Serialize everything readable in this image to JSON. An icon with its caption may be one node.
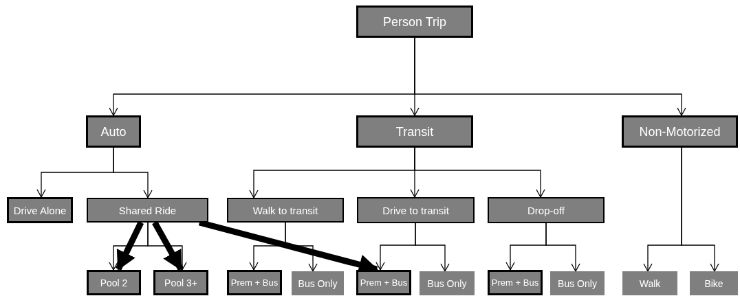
{
  "diagram": {
    "nodes": [
      {
        "text": [
          "Person Trip"
        ]
      },
      {
        "text": [
          "Auto"
        ]
      },
      {
        "text": [
          "Transit"
        ]
      },
      {
        "text": [
          "Non-Motorized"
        ]
      },
      {
        "text": [
          "Drive Alone"
        ]
      },
      {
        "text": [
          "Shared Ride"
        ]
      },
      {
        "text": [
          "Walk to transit"
        ]
      },
      {
        "text": [
          "Drive to transit"
        ]
      },
      {
        "text": [
          "Drop-off"
        ]
      },
      {
        "text": [
          "Pool 2"
        ]
      },
      {
        "text": [
          "Pool 3+"
        ]
      },
      {
        "text": [
          "Prem + Bus"
        ]
      },
      {
        "text": [
          "Bus Only"
        ]
      },
      {
        "text": [
          "Prem + Bus"
        ]
      },
      {
        "text": [
          "Bus Only"
        ]
      },
      {
        "text": [
          "Prem + Bus"
        ]
      },
      {
        "text": [
          "Bus Only"
        ]
      },
      {
        "text": [
          "Walk"
        ]
      },
      {
        "text": [
          "Bike"
        ]
      }
    ],
    "edges": [
      {
        "from": 0,
        "to": 1,
        "arrow": "to"
      },
      {
        "from": 0,
        "to": 2,
        "arrow": "to"
      },
      {
        "from": 0,
        "to": 3,
        "arrow": "to"
      },
      {
        "from": 1,
        "to": 4,
        "arrow": "to"
      },
      {
        "from": 1,
        "to": 5,
        "arrow": "to"
      },
      {
        "from": 2,
        "to": 6,
        "arrow": "to"
      },
      {
        "from": 2,
        "to": 7,
        "arrow": "to"
      },
      {
        "from": 2,
        "to": 8,
        "arrow": "to"
      },
      {
        "from": 5,
        "to": 9,
        "arrow": "to"
      },
      {
        "from": 5,
        "to": 10,
        "arrow": "to"
      },
      {
        "from": 6,
        "to": 11,
        "arrow": "to"
      },
      {
        "from": 6,
        "to": 12,
        "arrow": "to"
      },
      {
        "from": 7,
        "to": 13,
        "arrow": "to"
      },
      {
        "from": 7,
        "to": 14,
        "arrow": "to"
      },
      {
        "from": 8,
        "to": 15,
        "arrow": "to"
      },
      {
        "from": 8,
        "to": 16,
        "arrow": "to"
      },
      {
        "from": 3,
        "to": 17,
        "arrow": "to"
      },
      {
        "from": 3,
        "to": 18,
        "arrow": "to"
      },
      {
        "from": 5,
        "to": 9,
        "arrow": "to",
        "style": "thick"
      },
      {
        "from": 5,
        "to": 10,
        "arrow": "to",
        "style": "thick"
      },
      {
        "from": 5,
        "to": 13,
        "arrow": "to",
        "style": "thick"
      }
    ]
  }
}
